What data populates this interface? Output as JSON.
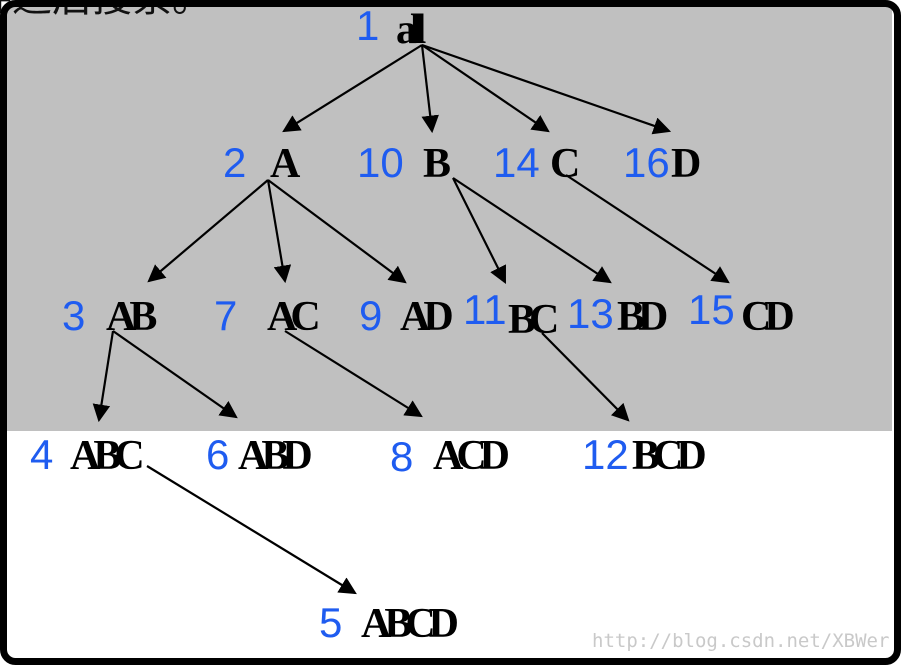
{
  "header_fragment": "寻适后搜索。",
  "watermark": "http://blog.csdn.net/XBWer",
  "colors": {
    "shade": "#c0c0c0",
    "number": "#1f5cf0",
    "label": "#000000",
    "frame": "#000000"
  },
  "nodes": [
    {
      "id": "all",
      "num": "1",
      "label": "all"
    },
    {
      "id": "A",
      "num": "2",
      "label": "A"
    },
    {
      "id": "B",
      "num": "10",
      "label": "B"
    },
    {
      "id": "C",
      "num": "14",
      "label": "C"
    },
    {
      "id": "D",
      "num": "16",
      "label": "D"
    },
    {
      "id": "AB",
      "num": "3",
      "label": "AB"
    },
    {
      "id": "AC",
      "num": "7",
      "label": "AC"
    },
    {
      "id": "AD",
      "num": "9",
      "label": "AD"
    },
    {
      "id": "BC",
      "num": "11",
      "label": "BC"
    },
    {
      "id": "BD",
      "num": "13",
      "label": "BD"
    },
    {
      "id": "CD",
      "num": "15",
      "label": "CD"
    },
    {
      "id": "ABC",
      "num": "4",
      "label": "ABC"
    },
    {
      "id": "ABD",
      "num": "6",
      "label": "ABD"
    },
    {
      "id": "ACD",
      "num": "8",
      "label": "ACD"
    },
    {
      "id": "BCD",
      "num": "12",
      "label": "BCD"
    },
    {
      "id": "ABCD",
      "num": "5",
      "label": "ABCD"
    }
  ],
  "edges": [
    [
      "all",
      "A"
    ],
    [
      "all",
      "B"
    ],
    [
      "all",
      "C"
    ],
    [
      "all",
      "D"
    ],
    [
      "A",
      "AB"
    ],
    [
      "A",
      "AC"
    ],
    [
      "A",
      "AD"
    ],
    [
      "B",
      "BC"
    ],
    [
      "B",
      "BD"
    ],
    [
      "C",
      "CD"
    ],
    [
      "AB",
      "ABC"
    ],
    [
      "AB",
      "ABD"
    ],
    [
      "AC",
      "ACD"
    ],
    [
      "BC",
      "BCD"
    ],
    [
      "ABC",
      "ABCD"
    ]
  ]
}
